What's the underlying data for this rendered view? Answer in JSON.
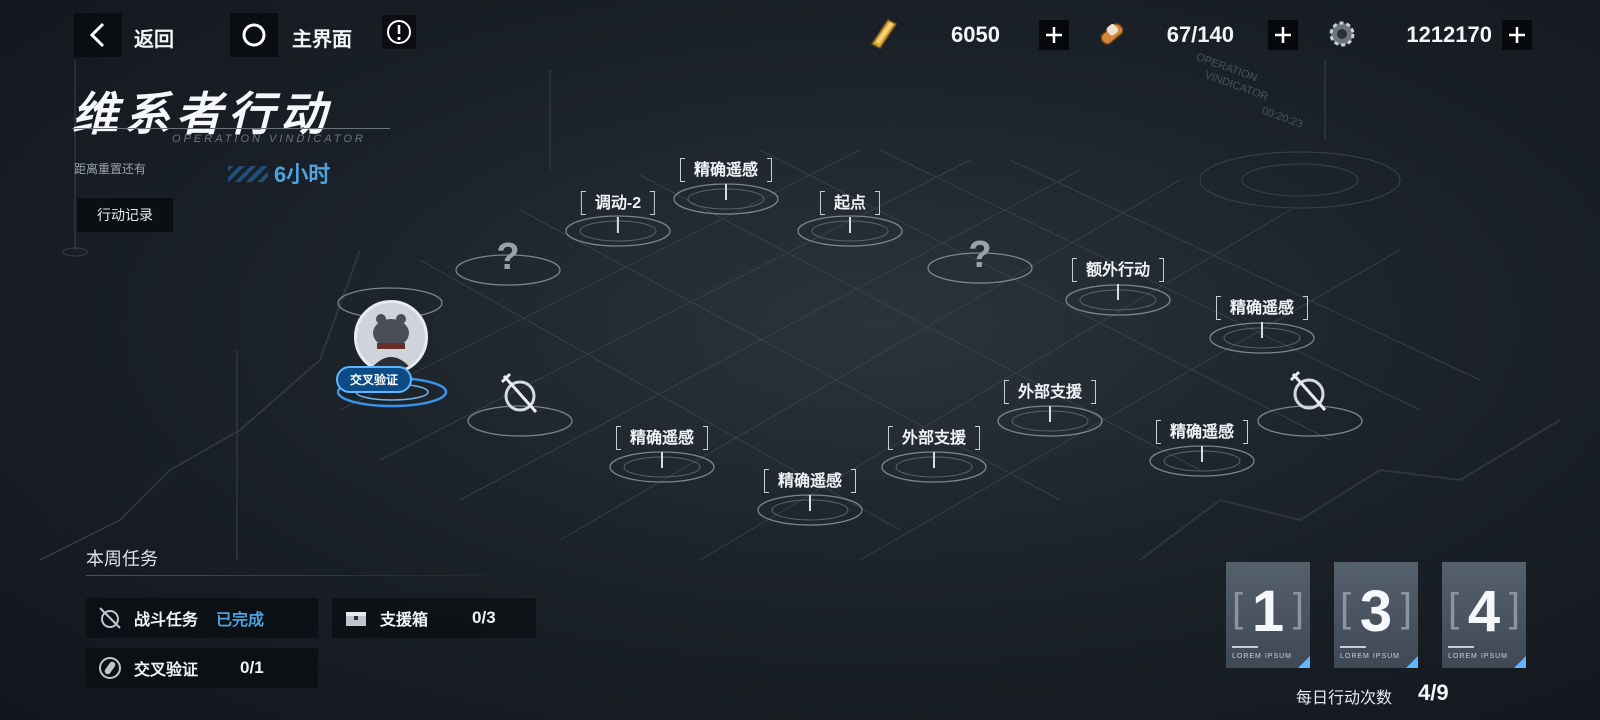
{
  "topbar": {
    "back_label": "返回",
    "home_label": "主界面",
    "resources": [
      {
        "icon": "gold-bar-icon",
        "value": "6050"
      },
      {
        "icon": "stamina-capsule-icon",
        "value": "67/140"
      },
      {
        "icon": "gear-coin-icon",
        "value": "1212170"
      }
    ]
  },
  "event": {
    "title": "维系者行动",
    "subtitle": "OPERATION VINDICATOR",
    "reset_label": "距离重置还有",
    "reset_value": "6小时",
    "log_button": "行动记录"
  },
  "map": {
    "nodes": [
      {
        "id": "n1",
        "label": "精确遥感"
      },
      {
        "id": "n2",
        "label": "调动-2"
      },
      {
        "id": "n3",
        "label": "起点"
      },
      {
        "id": "n4",
        "label": "额外行动"
      },
      {
        "id": "n5",
        "label": "精确遥感"
      },
      {
        "id": "n6",
        "label": "外部支援"
      },
      {
        "id": "n7",
        "label": "精确遥感"
      },
      {
        "id": "n8",
        "label": "外部支援"
      },
      {
        "id": "n9",
        "label": "精确遥感"
      },
      {
        "id": "n10",
        "label": "精确遥感"
      }
    ],
    "unknown_mark": "?",
    "player_label": "交叉验证",
    "watermark": [
      "OPERATION",
      "VINDICATOR",
      "00:20:23"
    ]
  },
  "weekly": {
    "title": "本周任务",
    "tasks": [
      {
        "icon": "battle-task-icon",
        "name": "战斗任务",
        "value": "已完成"
      },
      {
        "icon": "supply-box-icon",
        "name": "支援箱",
        "value": "0/3"
      },
      {
        "icon": "cross-verify-icon",
        "name": "交叉验证",
        "value": "0/1"
      }
    ]
  },
  "daily": {
    "cards": [
      "1",
      "3",
      "4"
    ],
    "card_footer": "LOREM IPSUM",
    "label": "每日行动次数",
    "value": "4/9"
  },
  "colors": {
    "accent": "#4fa3e0",
    "node_glow": "#5fb6ff"
  }
}
